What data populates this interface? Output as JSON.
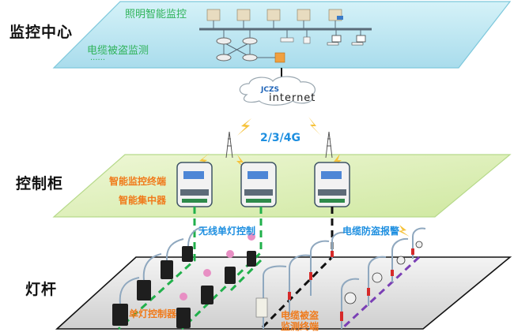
{
  "layers": {
    "monitoring_center": {
      "label": "监控中心",
      "items": [
        "照明智能监控",
        "电缆被盗监测",
        "......"
      ]
    },
    "control_cabinet": {
      "label": "控制柜",
      "items": [
        "智能监控终端",
        "智能集中器"
      ]
    },
    "light_pole": {
      "label": "灯杆",
      "items": [
        "单灯控制器",
        "电缆被盗",
        "监测终端"
      ]
    }
  },
  "network": {
    "cloud_label": "internet",
    "cloud_brand": "JCZS",
    "wireless_label": "2/3/4G"
  },
  "links": {
    "single_lamp_control": "无线单灯控制",
    "cable_alarm": "电缆防盗报警"
  },
  "colors": {
    "top_plane": "#bfe9f3",
    "middle_plane": "#dff0b8",
    "bottom_plane": "#dcdcdc",
    "green_label": "#2fb35a",
    "orange_label": "#f07a1a",
    "blue_label": "#1e8fe0",
    "green_link": "#21b04b",
    "black_link": "#111111",
    "purple_link": "#7a3fb5"
  }
}
